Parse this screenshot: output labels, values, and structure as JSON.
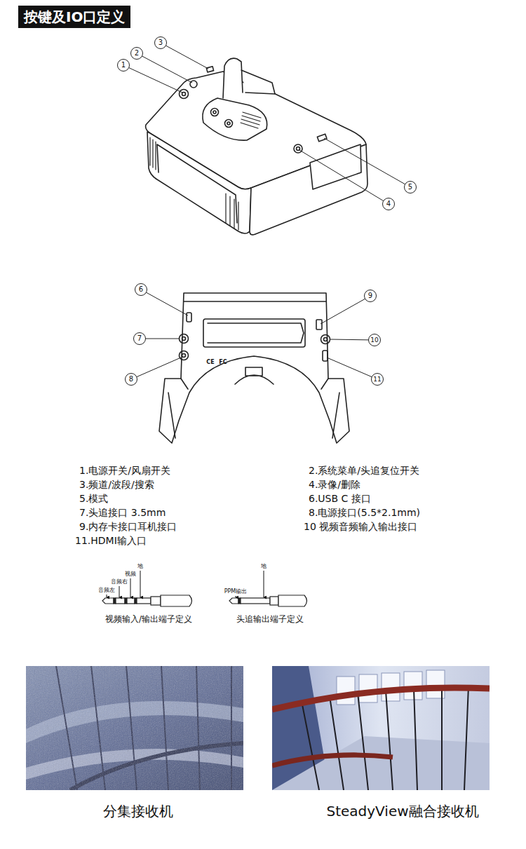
{
  "diagram": {
    "title": "按键及IO口定义",
    "labels": [
      "1",
      "2",
      "3",
      "4",
      "5",
      "6",
      "7",
      "8",
      "9",
      "10",
      "11",
      "1.电源开关/风扇开关",
      "2.系统菜单/头追复位开关",
      "3.频道/波段/搜索",
      "4.录像/删除",
      "5.模式",
      "6.USB C 接口",
      "7.头追接口 3.5mm",
      "8.电源接口(5.5*2.1mm)",
      "9.内存卡接口耳机接口",
      "10 视频音频输入输出接口",
      "11.HDMI输入口",
      "CE",
      "FC",
      "音频左",
      "音频右",
      "视频",
      "地",
      "PPM输出",
      "地",
      "视频输入/输出端子定义",
      "头追输出端子定义",
      "分集接收机",
      "SteadyView融合接收机"
    ]
  }
}
